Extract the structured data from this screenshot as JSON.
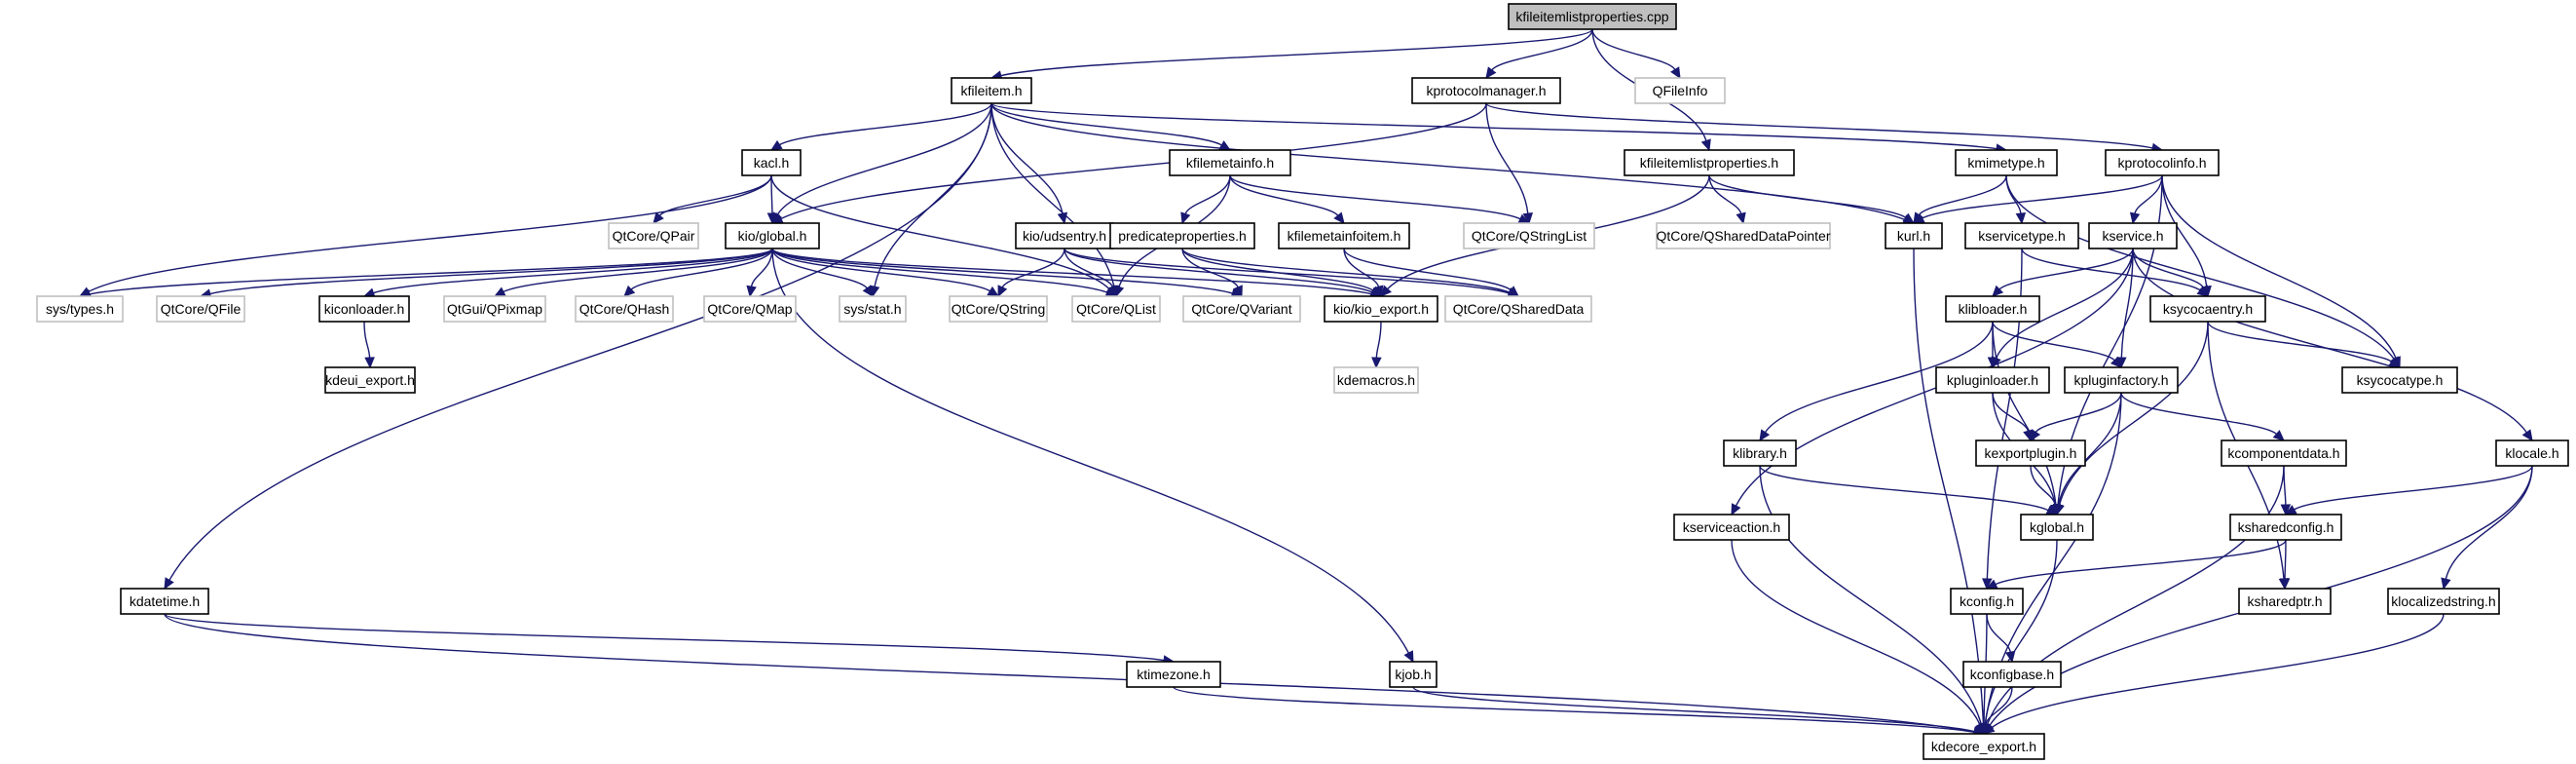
{
  "title": "kfileitemlistproperties.cpp include dependency graph",
  "colors": {
    "edge": "#191970",
    "root_fill": "#bfbfbf",
    "local_border": "#000000",
    "external_border": "#bfbfbf"
  },
  "nodes": [
    {
      "id": "root",
      "label": "kfileitemlistproperties.cpp",
      "kind": "root"
    },
    {
      "id": "kfileitem",
      "label": "kfileitem.h",
      "kind": "local"
    },
    {
      "id": "kprotocolmanager",
      "label": "kprotocolmanager.h",
      "kind": "local"
    },
    {
      "id": "qfileinfo",
      "label": "QFileInfo",
      "kind": "external"
    },
    {
      "id": "kacl",
      "label": "kacl.h",
      "kind": "local"
    },
    {
      "id": "kfilemetainfo",
      "label": "kfilemetainfo.h",
      "kind": "local"
    },
    {
      "id": "kfileitemlistproperties_h",
      "label": "kfileitemlistproperties.h",
      "kind": "local"
    },
    {
      "id": "kmimetype",
      "label": "kmimetype.h",
      "kind": "local"
    },
    {
      "id": "kprotocolinfo",
      "label": "kprotocolinfo.h",
      "kind": "local"
    },
    {
      "id": "qpair",
      "label": "QtCore/QPair",
      "kind": "external"
    },
    {
      "id": "kioglobal",
      "label": "kio/global.h",
      "kind": "local"
    },
    {
      "id": "kioudsentry",
      "label": "kio/udsentry.h",
      "kind": "local"
    },
    {
      "id": "predicateproperties",
      "label": "predicateproperties.h",
      "kind": "local"
    },
    {
      "id": "kfilemetainfoitem",
      "label": "kfilemetainfoitem.h",
      "kind": "local"
    },
    {
      "id": "qstringlist",
      "label": "QtCore/QStringList",
      "kind": "external"
    },
    {
      "id": "qshareddatapointer",
      "label": "QtCore/QSharedDataPointer",
      "kind": "external"
    },
    {
      "id": "kurl",
      "label": "kurl.h",
      "kind": "local"
    },
    {
      "id": "kservicetype",
      "label": "kservicetype.h",
      "kind": "local"
    },
    {
      "id": "kservice",
      "label": "kservice.h",
      "kind": "local"
    },
    {
      "id": "systypes",
      "label": "sys/types.h",
      "kind": "external"
    },
    {
      "id": "qfile",
      "label": "QtCore/QFile",
      "kind": "external"
    },
    {
      "id": "kiconloader",
      "label": "kiconloader.h",
      "kind": "local"
    },
    {
      "id": "qpixmap",
      "label": "QtGui/QPixmap",
      "kind": "external"
    },
    {
      "id": "qhash",
      "label": "QtCore/QHash",
      "kind": "external"
    },
    {
      "id": "qmap",
      "label": "QtCore/QMap",
      "kind": "external"
    },
    {
      "id": "sysstat",
      "label": "sys/stat.h",
      "kind": "external"
    },
    {
      "id": "qstring",
      "label": "QtCore/QString",
      "kind": "external"
    },
    {
      "id": "qlist",
      "label": "QtCore/QList",
      "kind": "external"
    },
    {
      "id": "qvariant",
      "label": "QtCore/QVariant",
      "kind": "external"
    },
    {
      "id": "kioexport",
      "label": "kio/kio_export.h",
      "kind": "local"
    },
    {
      "id": "qshareddata",
      "label": "QtCore/QSharedData",
      "kind": "external"
    },
    {
      "id": "klibloader",
      "label": "klibloader.h",
      "kind": "local"
    },
    {
      "id": "ksycocaentry",
      "label": "ksycocaentry.h",
      "kind": "local"
    },
    {
      "id": "kdeuiexport",
      "label": "kdeui_export.h",
      "kind": "local"
    },
    {
      "id": "kdemacros",
      "label": "kdemacros.h",
      "kind": "external"
    },
    {
      "id": "kpluginloader",
      "label": "kpluginloader.h",
      "kind": "local"
    },
    {
      "id": "kpluginfactory",
      "label": "kpluginfactory.h",
      "kind": "local"
    },
    {
      "id": "ksycocatype",
      "label": "ksycocatype.h",
      "kind": "local"
    },
    {
      "id": "klibrary",
      "label": "klibrary.h",
      "kind": "local"
    },
    {
      "id": "kexportplugin",
      "label": "kexportplugin.h",
      "kind": "local"
    },
    {
      "id": "kcomponentdata",
      "label": "kcomponentdata.h",
      "kind": "local"
    },
    {
      "id": "klocale",
      "label": "klocale.h",
      "kind": "local"
    },
    {
      "id": "kserviceaction",
      "label": "kserviceaction.h",
      "kind": "local"
    },
    {
      "id": "kglobal",
      "label": "kglobal.h",
      "kind": "local"
    },
    {
      "id": "ksharedconfig",
      "label": "ksharedconfig.h",
      "kind": "local"
    },
    {
      "id": "kdatetime",
      "label": "kdatetime.h",
      "kind": "local"
    },
    {
      "id": "kconfig",
      "label": "kconfig.h",
      "kind": "local"
    },
    {
      "id": "ksharedptr",
      "label": "ksharedptr.h",
      "kind": "local"
    },
    {
      "id": "klocalizedstring",
      "label": "klocalizedstring.h",
      "kind": "local"
    },
    {
      "id": "ktimezone",
      "label": "ktimezone.h",
      "kind": "local"
    },
    {
      "id": "kjob",
      "label": "kjob.h",
      "kind": "local"
    },
    {
      "id": "kconfigbase",
      "label": "kconfigbase.h",
      "kind": "local"
    },
    {
      "id": "kdecoreexport",
      "label": "kdecore_export.h",
      "kind": "local"
    }
  ],
  "edges": [
    [
      "root",
      "kfileitem"
    ],
    [
      "root",
      "kprotocolmanager"
    ],
    [
      "root",
      "qfileinfo"
    ],
    [
      "root",
      "kfileitemlistproperties_h"
    ],
    [
      "kfileitem",
      "kacl"
    ],
    [
      "kfileitem",
      "kioglobal"
    ],
    [
      "kfileitem",
      "kfilemetainfo"
    ],
    [
      "kfileitem",
      "kioudsentry"
    ],
    [
      "kfileitem",
      "kmimetype"
    ],
    [
      "kfileitem",
      "kurl"
    ],
    [
      "kfileitem",
      "sysstat"
    ],
    [
      "kfileitem",
      "qlist"
    ],
    [
      "kfileitem",
      "kdatetime"
    ],
    [
      "kprotocolmanager",
      "kioglobal"
    ],
    [
      "kprotocolmanager",
      "qstringlist"
    ],
    [
      "kprotocolmanager",
      "kprotocolinfo"
    ],
    [
      "kacl",
      "qpair"
    ],
    [
      "kacl",
      "kioglobal"
    ],
    [
      "kacl",
      "systypes"
    ],
    [
      "kacl",
      "qlist"
    ],
    [
      "kfilemetainfo",
      "predicateproperties"
    ],
    [
      "kfilemetainfo",
      "kfilemetainfoitem"
    ],
    [
      "kfilemetainfo",
      "qstringlist"
    ],
    [
      "kfilemetainfo",
      "qlist"
    ],
    [
      "kfileitemlistproperties_h",
      "qshareddatapointer"
    ],
    [
      "kfileitemlistproperties_h",
      "kurl"
    ],
    [
      "kfileitemlistproperties_h",
      "kioexport"
    ],
    [
      "kmimetype",
      "kurl"
    ],
    [
      "kmimetype",
      "kservicetype"
    ],
    [
      "kmimetype",
      "ksycocatype"
    ],
    [
      "kprotocolinfo",
      "kurl"
    ],
    [
      "kprotocolinfo",
      "kservice"
    ],
    [
      "kprotocolinfo",
      "ksycocaentry"
    ],
    [
      "kprotocolinfo",
      "ksycocatype"
    ],
    [
      "kprotocolinfo",
      "kglobal"
    ],
    [
      "kioglobal",
      "systypes"
    ],
    [
      "kioglobal",
      "qfile"
    ],
    [
      "kioglobal",
      "kiconloader"
    ],
    [
      "kioglobal",
      "qpixmap"
    ],
    [
      "kioglobal",
      "qhash"
    ],
    [
      "kioglobal",
      "qmap"
    ],
    [
      "kioglobal",
      "sysstat"
    ],
    [
      "kioglobal",
      "qstring"
    ],
    [
      "kioglobal",
      "qlist"
    ],
    [
      "kioglobal",
      "qvariant"
    ],
    [
      "kioglobal",
      "kioexport"
    ],
    [
      "kioglobal",
      "kjob"
    ],
    [
      "kioudsentry",
      "qstring"
    ],
    [
      "kioudsentry",
      "qlist"
    ],
    [
      "kioudsentry",
      "kioexport"
    ],
    [
      "kioudsentry",
      "qshareddata"
    ],
    [
      "predicateproperties",
      "qvariant"
    ],
    [
      "predicateproperties",
      "kioexport"
    ],
    [
      "predicateproperties",
      "qshareddata"
    ],
    [
      "kfilemetainfoitem",
      "kioexport"
    ],
    [
      "kfilemetainfoitem",
      "qshareddata"
    ],
    [
      "kurl",
      "kdecoreexport"
    ],
    [
      "kservicetype",
      "ksycocaentry"
    ],
    [
      "kservicetype",
      "kconfig"
    ],
    [
      "kservice",
      "klibloader"
    ],
    [
      "kservice",
      "ksycocaentry"
    ],
    [
      "kservice",
      "kpluginloader"
    ],
    [
      "kservice",
      "kpluginfactory"
    ],
    [
      "kservice",
      "kserviceaction"
    ],
    [
      "kservice",
      "klocale"
    ],
    [
      "kiconloader",
      "kdeuiexport"
    ],
    [
      "kioexport",
      "kdemacros"
    ],
    [
      "klibloader",
      "kpluginloader"
    ],
    [
      "klibloader",
      "kpluginfactory"
    ],
    [
      "klibloader",
      "klibrary"
    ],
    [
      "klibloader",
      "kglobal"
    ],
    [
      "ksycocaentry",
      "ksycocatype"
    ],
    [
      "ksycocaentry",
      "kglobal"
    ],
    [
      "ksycocaentry",
      "ksharedptr"
    ],
    [
      "kpluginloader",
      "kexportplugin"
    ],
    [
      "kpluginloader",
      "kglobal"
    ],
    [
      "kpluginfactory",
      "kexportplugin"
    ],
    [
      "kpluginfactory",
      "kglobal"
    ],
    [
      "kpluginfactory",
      "kcomponentdata"
    ],
    [
      "kpluginfactory",
      "kdecoreexport"
    ],
    [
      "klibrary",
      "kglobal"
    ],
    [
      "klibrary",
      "kdecoreexport"
    ],
    [
      "kexportplugin",
      "kglobal"
    ],
    [
      "kcomponentdata",
      "ksharedconfig"
    ],
    [
      "kcomponentdata",
      "kdecoreexport"
    ],
    [
      "klocale",
      "ksharedconfig"
    ],
    [
      "klocale",
      "klocalizedstring"
    ],
    [
      "klocale",
      "kdecoreexport"
    ],
    [
      "kserviceaction",
      "kdecoreexport"
    ],
    [
      "kglobal",
      "kdecoreexport"
    ],
    [
      "ksharedconfig",
      "kconfig"
    ],
    [
      "ksharedconfig",
      "ksharedptr"
    ],
    [
      "kdatetime",
      "ktimezone"
    ],
    [
      "kdatetime",
      "kdecoreexport"
    ],
    [
      "kconfig",
      "kconfigbase"
    ],
    [
      "kconfig",
      "kdecoreexport"
    ],
    [
      "klocalizedstring",
      "kdecoreexport"
    ],
    [
      "ktimezone",
      "kdecoreexport"
    ],
    [
      "kjob",
      "kdecoreexport"
    ],
    [
      "kconfigbase",
      "kdecoreexport"
    ]
  ]
}
